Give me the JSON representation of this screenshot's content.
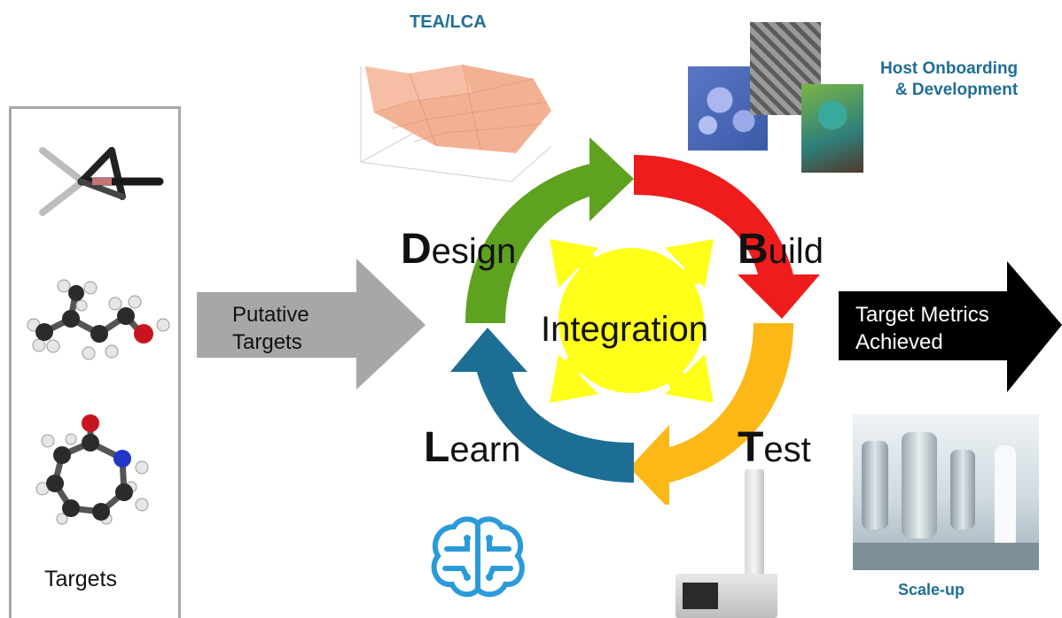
{
  "targets_panel": {
    "label": "Targets"
  },
  "input_arrow": {
    "line1": "Putative",
    "line2": "Targets"
  },
  "output_arrow": {
    "line1": "Target Metrics",
    "line2": "Achieved"
  },
  "tea_lca": {
    "label": "TEA/LCA"
  },
  "host_onboarding": {
    "line1": "Host Onboarding",
    "line2": "& Development"
  },
  "scale_up": {
    "label": "Scale-up"
  },
  "cycle": {
    "design": {
      "initial": "D",
      "rest": "esign"
    },
    "build": {
      "initial": "B",
      "rest": "uild"
    },
    "test": {
      "initial": "T",
      "rest": "est"
    },
    "learn": {
      "initial": "L",
      "rest": "earn"
    },
    "center": "Integration"
  },
  "colors": {
    "design": "#5ea21f",
    "build": "#ee1c1c",
    "test": "#fbb817",
    "learn": "#1d6e94",
    "center": "#ffff1a",
    "label_blue": "#1f6e96"
  }
}
